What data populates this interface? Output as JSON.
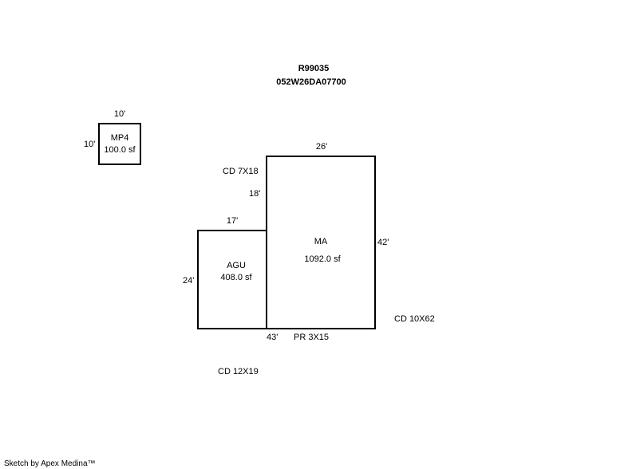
{
  "header": {
    "record_id": "R99035",
    "parcel_id": "052W26DA07700"
  },
  "areas": [
    {
      "code": "MP4",
      "area": "100.0 sf",
      "dims": [
        "10'",
        "10'"
      ]
    },
    {
      "code": "MA",
      "area": "1092.0 sf",
      "dims": [
        "26'",
        "42'",
        "18'"
      ]
    },
    {
      "code": "AGU",
      "area": "408.0 sf",
      "dims": [
        "17'",
        "24'",
        "43'"
      ]
    }
  ],
  "labels": {
    "cd1": "CD  7X18",
    "cd2": "CD  10X62",
    "cd3": "CD  12X19",
    "pr": "PR 3X15"
  },
  "footer": "Sketch by Apex Medina™"
}
